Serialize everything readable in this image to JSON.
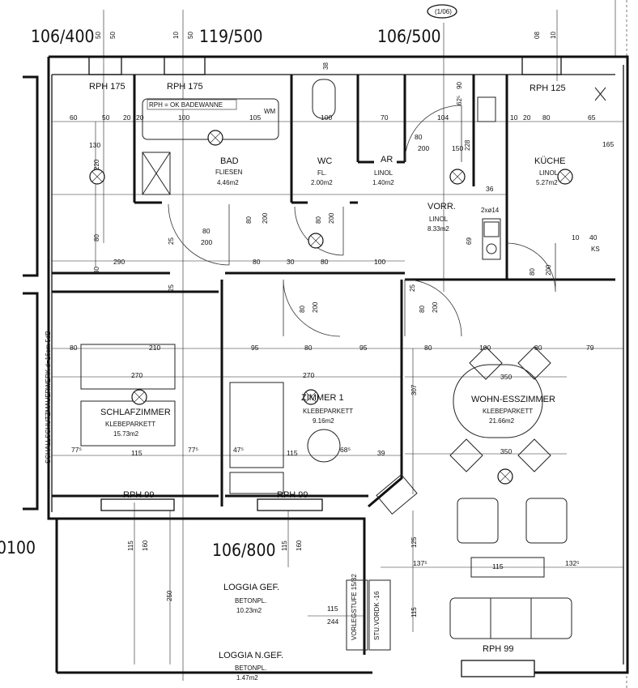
{
  "header": {
    "sheet_ref": "(1/06)",
    "unit_left": "106/400",
    "unit_mid": "119/500",
    "unit_right": "106/500",
    "unit_bottom": "106/800",
    "left_edge": "0100"
  },
  "rooms": [
    {
      "id": "bad",
      "name": "BAD",
      "floor": "FLIESEN",
      "area": "4.46m2"
    },
    {
      "id": "wc",
      "name": "WC",
      "floor": "FL.",
      "area": "2.00m2"
    },
    {
      "id": "ar",
      "name": "AR",
      "floor": "LINOL",
      "area": "1.40m2"
    },
    {
      "id": "vorr",
      "name": "VORR.",
      "floor": "LINOL",
      "area": "8.33m2"
    },
    {
      "id": "kueche",
      "name": "KÜCHE",
      "floor": "LINOL",
      "area": "5.27m2"
    },
    {
      "id": "schlaf",
      "name": "SCHLAFZIMMER",
      "floor": "KLEBEPARKETT",
      "area": "15.73m2"
    },
    {
      "id": "zimmer1",
      "name": "ZIMMER 1",
      "floor": "KLEBEPARKETT",
      "area": "9.16m2"
    },
    {
      "id": "wohn",
      "name": "WOHN-ESSZIMMER",
      "floor": "KLEBEPARKETT",
      "area": "21.66m2"
    },
    {
      "id": "loggia_gef",
      "name": "LOGGIA GEF.",
      "floor": "BETONPL.",
      "area": "10.23m2"
    },
    {
      "id": "loggia_ngef",
      "name": "LOGGIA N.GEF.",
      "floor": "BETONPL.",
      "area": "1.47m2"
    }
  ],
  "windows": {
    "w1": "RPH 175",
    "w2": "RPH 175",
    "w3": "RPH 125",
    "w4": "RPH 99",
    "w5": "RPH 99",
    "w6": "RPH 99"
  },
  "notes": {
    "bath_note": "RPH = OK BADEWANNE",
    "shaft": "SCHALLSCHUTZMAUERWERK d=16cm 5dB",
    "kitchen_pipe": "2xø14",
    "wm": "WM",
    "ks": "KS",
    "vorlegstufe": "VORLEGSTUFE 15/32",
    "stufe": "STU.VORDK -16"
  },
  "dims": {
    "d50a": "50",
    "d50b": "50",
    "d10": "10",
    "d50c": "50",
    "d38": "38",
    "d08": "08",
    "d10b": "10",
    "d60": "60",
    "d50": "50",
    "d20": "20",
    "d20b": "20",
    "d100": "100",
    "d105": "105",
    "d100b": "100",
    "d70": "70",
    "d104": "104",
    "d10c": "10",
    "d20c": "20",
    "d80": "80",
    "d65": "65",
    "d130": "130",
    "d220": "220",
    "d80b": "80",
    "d30": "30",
    "d290": "290",
    "d80c": "80",
    "d30b": "30",
    "d80d": "80",
    "d100c": "100",
    "d200a": "200",
    "d80e": "80",
    "d200b": "200",
    "d80f": "80",
    "d210": "210",
    "d270": "270",
    "d270b": "270",
    "d95": "95",
    "d80g": "80",
    "d95b": "95",
    "d80h": "80",
    "d100d": "100",
    "d80i": "80",
    "d79": "79",
    "d350": "350",
    "d350b": "350",
    "d307": "307",
    "d775": "77⁵",
    "d115": "115",
    "d775b": "77⁵",
    "d475": "47⁵",
    "d115b": "115",
    "d685": "68⁵",
    "d39": "39",
    "d1375": "137⁵",
    "d115c": "115",
    "d1325": "132⁵",
    "d125": "125",
    "d115d": "115",
    "d115e": "115",
    "d160": "160",
    "d115f": "115",
    "d160b": "160",
    "d250": "250",
    "d244": "244",
    "d115g": "115",
    "d36": "36",
    "d69": "69",
    "d10d": "10",
    "d40": "40",
    "d80k": "80",
    "d200c": "200",
    "d165": "165",
    "d625": "62⁵",
    "d90": "90",
    "d228": "228",
    "d150": "150",
    "d200d": "200",
    "d80l": "80",
    "d25": "25",
    "d25b": "25",
    "d25c": "25",
    "d80m": "80",
    "d200e": "200",
    "d80n": "80",
    "d200f": "200"
  }
}
